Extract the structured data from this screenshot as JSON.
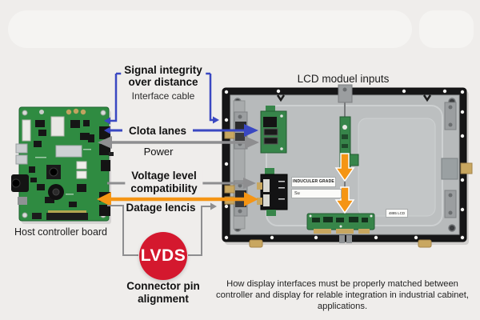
{
  "colors": {
    "page_bg": "#efedeb",
    "panel_bg": "#f5f4f2",
    "arrow_blue": "#3a48c2",
    "arrow_gray": "#8e8e90",
    "arrow_orange": "#f59514",
    "badge_red": "#d4182e",
    "pcb_green": "#2f8b41",
    "text": "#111111"
  },
  "annotations": {
    "signal_integrity": {
      "line1": "Signal integrity",
      "line2": "over distance"
    },
    "interface_cable": "Interface cable",
    "data_lanes": "Clota lanes",
    "power": "Power",
    "voltage": {
      "line1": "Voltage level",
      "line2": "compatibility"
    },
    "data_lines": "Datage lencis",
    "lvds": "LVDS",
    "connector_pin": {
      "line1": "Connector pin",
      "line2": "alignment"
    }
  },
  "host_board": {
    "label": "Host controller board"
  },
  "lcd_module": {
    "title": "LCD moduel inputs",
    "sticker_grade": "INDUCULER GRADE",
    "sticker_sub": "Su",
    "sticker_part": "4885 LCD"
  },
  "caption": "How display interfaces must be properly matched between controller and display for relable integration in industrial cabinet, applications."
}
